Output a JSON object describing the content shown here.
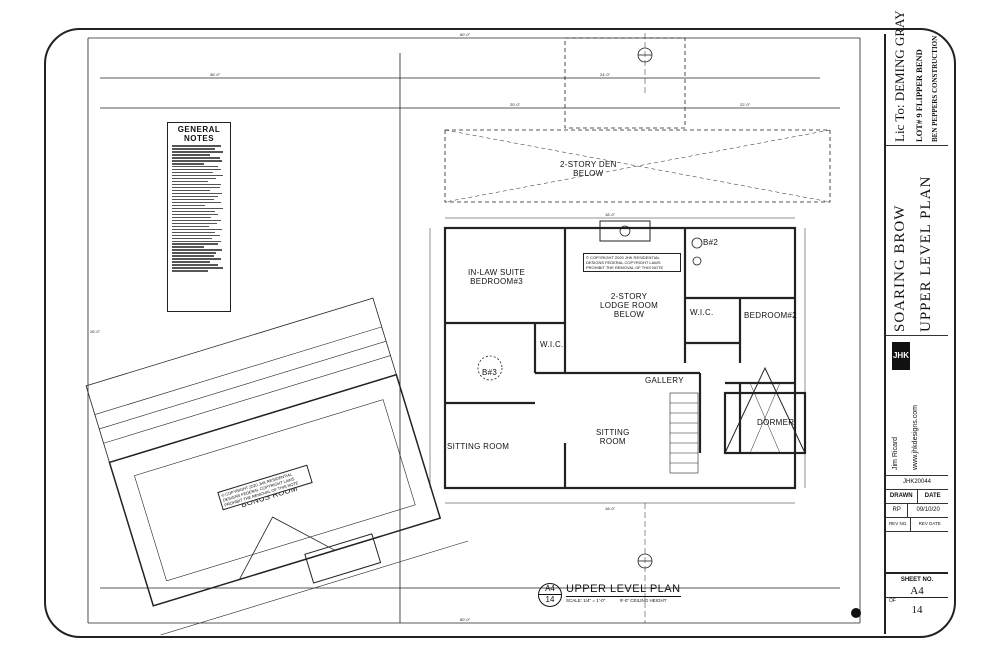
{
  "title_block": {
    "licensee": "Lic To: DEMING GRAY",
    "lot": "LOT# 9  FLIPPER BEND",
    "builder": "BEN PEPPERS CONSTRUCTION",
    "project_name": "SOARING BROW",
    "sheet_title": "UPPER LEVEL PLAN",
    "firm_logo": "JHK",
    "firm_contact": "Jim Ricard",
    "firm_website": "www.jhkdesigns.com",
    "job_number": "JHK20044",
    "drawn_label": "DRAWN",
    "date_label": "DATE",
    "drawn_by": "RP",
    "date": "09/10/20",
    "rev_no_label": "REV NO.",
    "rev_date_label": "REV DATE",
    "sheet_no_label": "SHEET NO.",
    "sheet_no": "A4",
    "of_label": "OF",
    "sheet_total": "14"
  },
  "plan": {
    "title": "UPPER LEVEL PLAN",
    "bubble_top": "A4",
    "bubble_bottom": "14",
    "scale": "SCALE: 1/4\" = 1'-0\"",
    "ceiling": "9'-0\" CEILING HEIGHT"
  },
  "notes": {
    "title": "GENERAL NOTES"
  },
  "copyright": "© COPYRIGHT 2020 JHK RESIDENTIAL DESIGNS FEDERAL COPYRIGHT LAWS PROHIBIT THE REMOVAL OF THIS NOTE",
  "rooms": {
    "den": "2-STORY DEN\nBELOW",
    "bedroom3": "IN-LAW SUITE\nBEDROOM#3",
    "lodge": "2-STORY\nLODGE ROOM\nBELOW",
    "bedroom2": "BEDROOM#2",
    "wic1": "W.I.C.",
    "wic2": "W.I.C.",
    "bath3": "B#3",
    "bath2": "B#2",
    "gallery": "GALLERY",
    "sitting1": "SITTING ROOM",
    "sitting2": "SITTING\nROOM",
    "dormer": "DORMER",
    "bonus": "BONUS ROOM"
  }
}
